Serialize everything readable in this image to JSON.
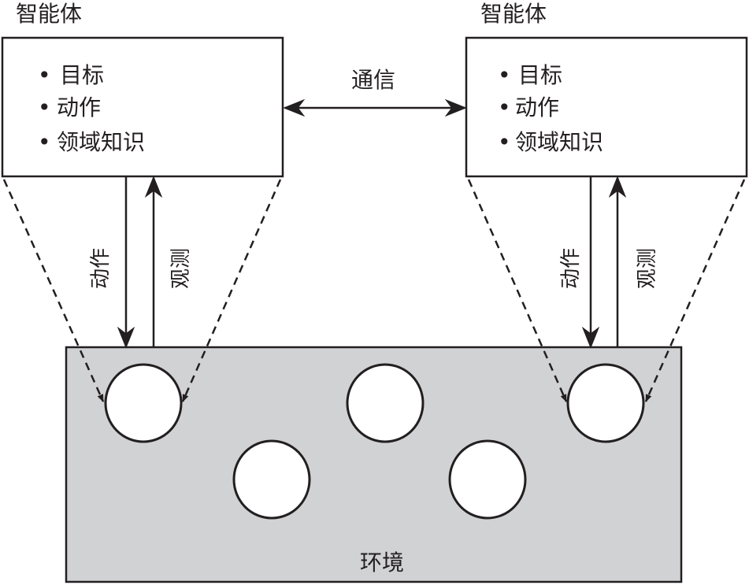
{
  "agents": [
    {
      "title": "智能体",
      "items": [
        "目标",
        "动作",
        "领域知识"
      ],
      "down_label": "动作",
      "up_label": "观测"
    },
    {
      "title": "智能体",
      "items": [
        "目标",
        "动作",
        "领域知识"
      ],
      "down_label": "动作",
      "up_label": "观测"
    }
  ],
  "communication_label": "通信",
  "environment": {
    "label": "环境",
    "fill_color": "#d1d2d4",
    "entity_count": 5
  },
  "bullet": "•"
}
